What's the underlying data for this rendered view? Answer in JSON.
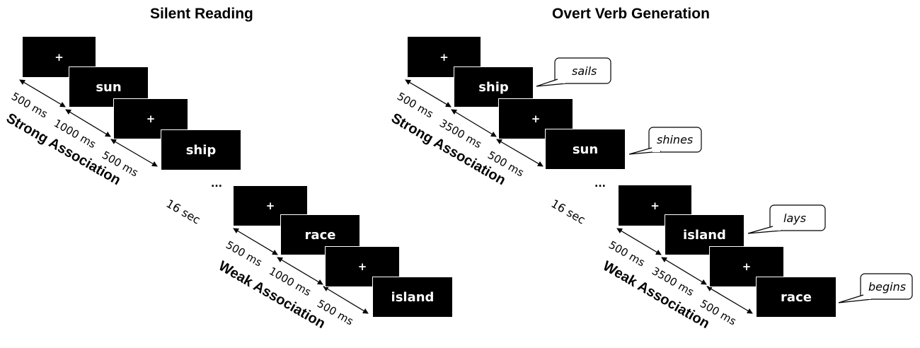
{
  "panels": {
    "silent": {
      "title": "Silent Reading",
      "strong": {
        "fixation1": "+",
        "word1": "sun",
        "fixation2": "+",
        "word2": "ship",
        "t1": "500 ms",
        "t2": "1000 ms",
        "t3": "500 ms",
        "condition": "Strong Association"
      },
      "rest": "16 sec",
      "ellipsis": "...",
      "weak": {
        "fixation1": "+",
        "word1": "race",
        "fixation2": "+",
        "word2": "island",
        "t1": "500 ms",
        "t2": "1000 ms",
        "t3": "500 ms",
        "condition": "Weak Association"
      }
    },
    "overt": {
      "title": "Overt Verb Generation",
      "strong": {
        "fixation1": "+",
        "word1": "ship",
        "fixation2": "+",
        "word2": "sun",
        "t1": "500 ms",
        "t2": "3500 ms",
        "t3": "500 ms",
        "condition": "Strong Association",
        "response1": "sails",
        "response2": "shines"
      },
      "rest": "16 sec",
      "ellipsis": "...",
      "weak": {
        "fixation1": "+",
        "word1": "island",
        "fixation2": "+",
        "word2": "race",
        "t1": "500 ms",
        "t2": "3500 ms",
        "t3": "500 ms",
        "condition": "Weak Association",
        "response1": "lays",
        "response2": "begins"
      }
    }
  }
}
